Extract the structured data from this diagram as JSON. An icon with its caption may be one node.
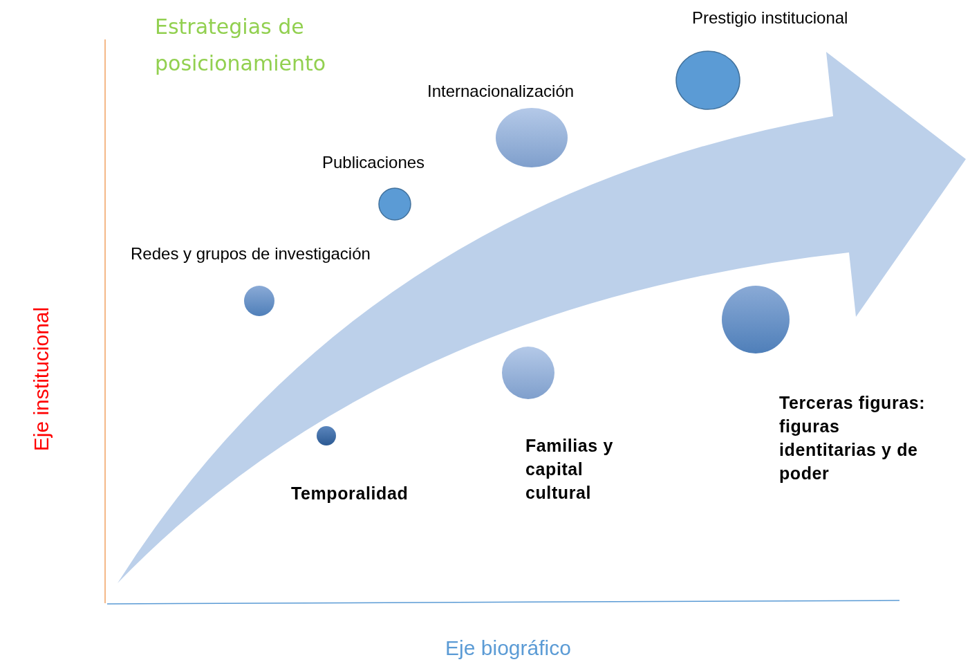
{
  "diagram": {
    "nodes": [
      {
        "text": [],
        "shape": "circle",
        "beside": [
          "Redes y grupos de investigación"
        ]
      },
      {
        "text": [],
        "shape": "circle",
        "beside": [
          "Publicaciones"
        ]
      },
      {
        "text": [],
        "shape": "circle",
        "beside": [
          "Internacionalización"
        ]
      },
      {
        "text": [],
        "shape": "circle",
        "beside": [
          "Prestigio institucional"
        ]
      },
      {
        "text": [],
        "shape": "circle",
        "beside": [
          "Temporalidad"
        ]
      },
      {
        "text": [],
        "shape": "circle",
        "beside": [
          "Familias y capital cultural"
        ]
      },
      {
        "text": [],
        "shape": "circle",
        "beside": [
          "Terceras figuras: figuras identitarias y de poder"
        ]
      }
    ],
    "edges": [],
    "labels": [
      "Estrategias de posicionamiento",
      "Eje institucional",
      "Eje biográfico"
    ]
  }
}
